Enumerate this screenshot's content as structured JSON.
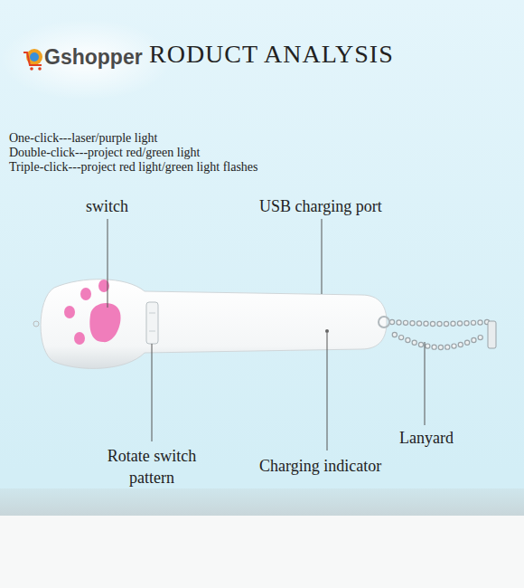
{
  "diagram": {
    "title": "RODUCT ANALYSIS",
    "labels": [
      "Gshopper",
      "One-click---laser/purple light",
      "Double-click---project red/green light",
      "Triple-click---project red light/green light flashes",
      "switch",
      "USB charging port",
      "Rotate switch pattern",
      "Charging indicator",
      "Lanyard"
    ]
  }
}
